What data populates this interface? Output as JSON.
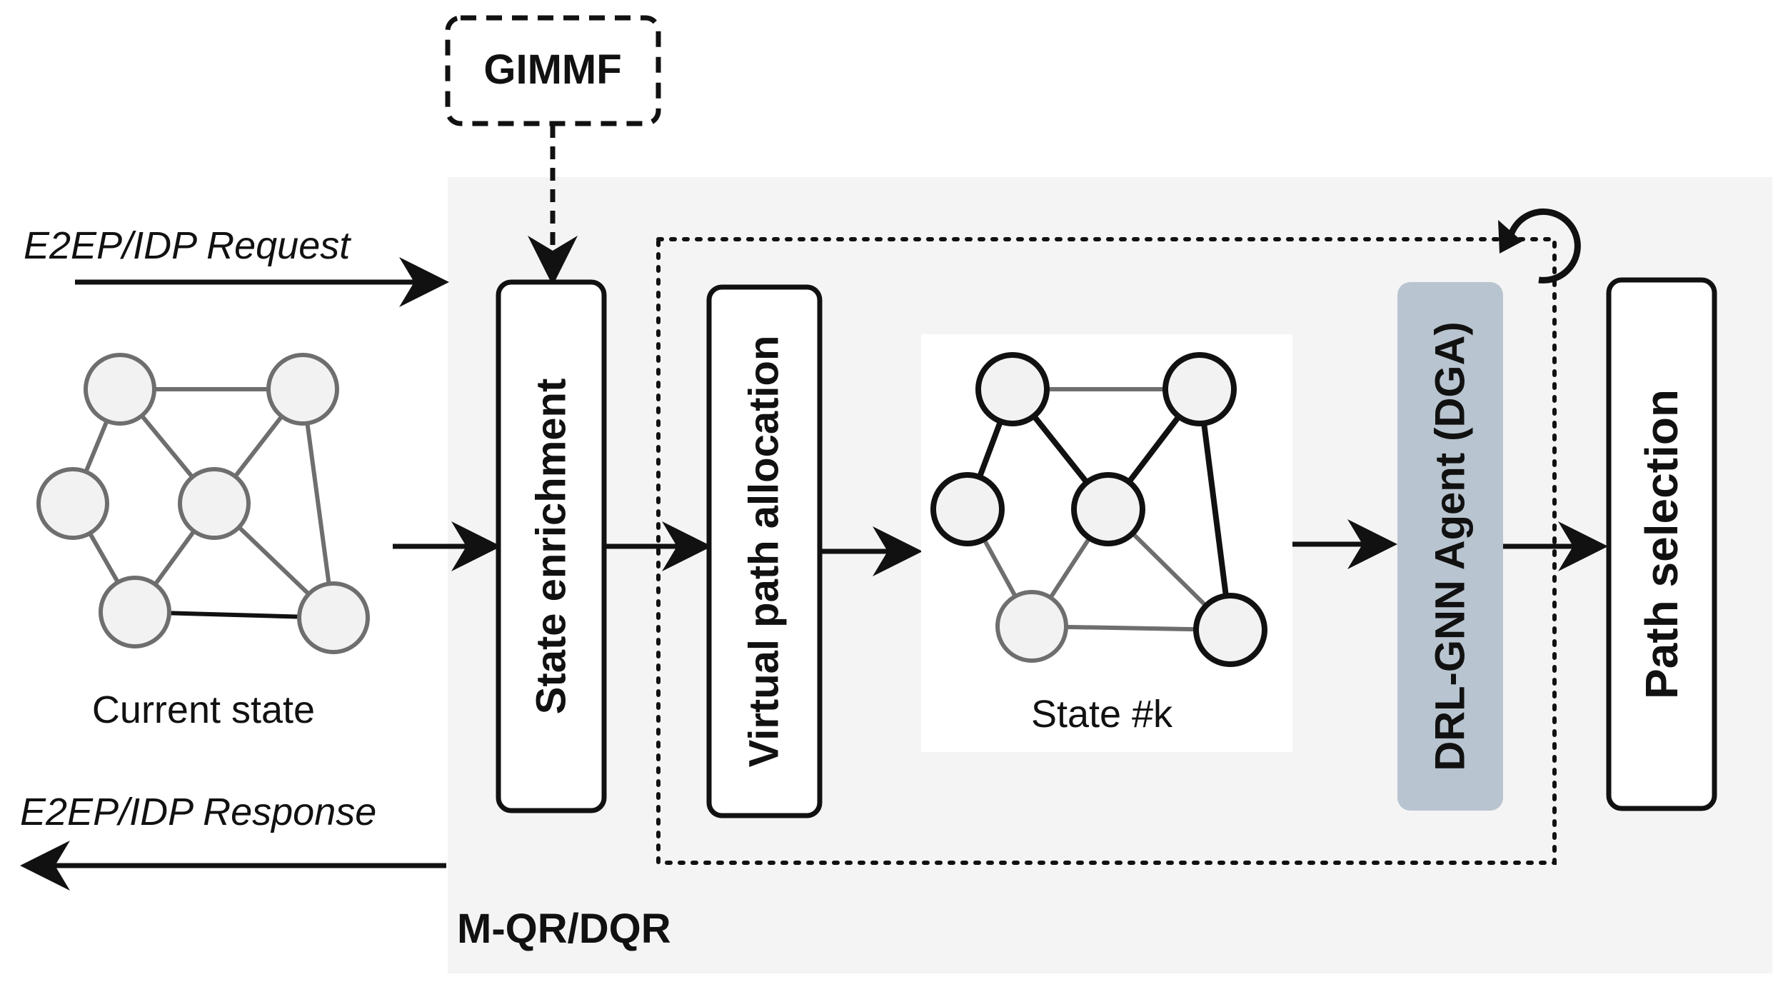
{
  "diagram": {
    "gimmf_label": "GIMMF",
    "request_label": "E2EP/IDP Request",
    "response_label": "E2EP/IDP Response",
    "container_label": "M-QR/DQR",
    "current_state_label": "Current state",
    "state_k_label": "State #k",
    "blocks": {
      "state_enrichment": "State enrichment",
      "virtual_path_allocation": "Virtual path allocation",
      "drl_gnn_agent": "DRL-GNN Agent (DGA)",
      "path_selection": "Path selection"
    },
    "colors": {
      "container_bg": "#f4f4f4",
      "agent_bg": "#b8c4cf",
      "node_fill": "#f2f2f2",
      "gray_stroke": "#6e6e6e",
      "black_stroke": "#111111"
    }
  }
}
